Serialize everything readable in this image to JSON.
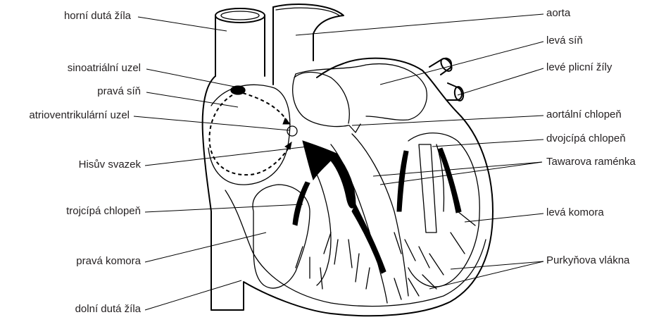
{
  "labels": {
    "left": [
      "horní dutá žíla",
      "sinoatriální uzel",
      "pravá síň",
      "atrioventrikulární uzel",
      "Hisův svazek",
      "trojcípá chlopeň",
      "pravá komora",
      "dolní dutá žíla"
    ],
    "right": [
      "aorta",
      "levá síň",
      "levé plicní žíly",
      "aortální chlopeň",
      "dvojcípá chlopeň",
      "Tawarova raménka",
      "levá komora",
      "Purkyňova vlákna"
    ]
  }
}
